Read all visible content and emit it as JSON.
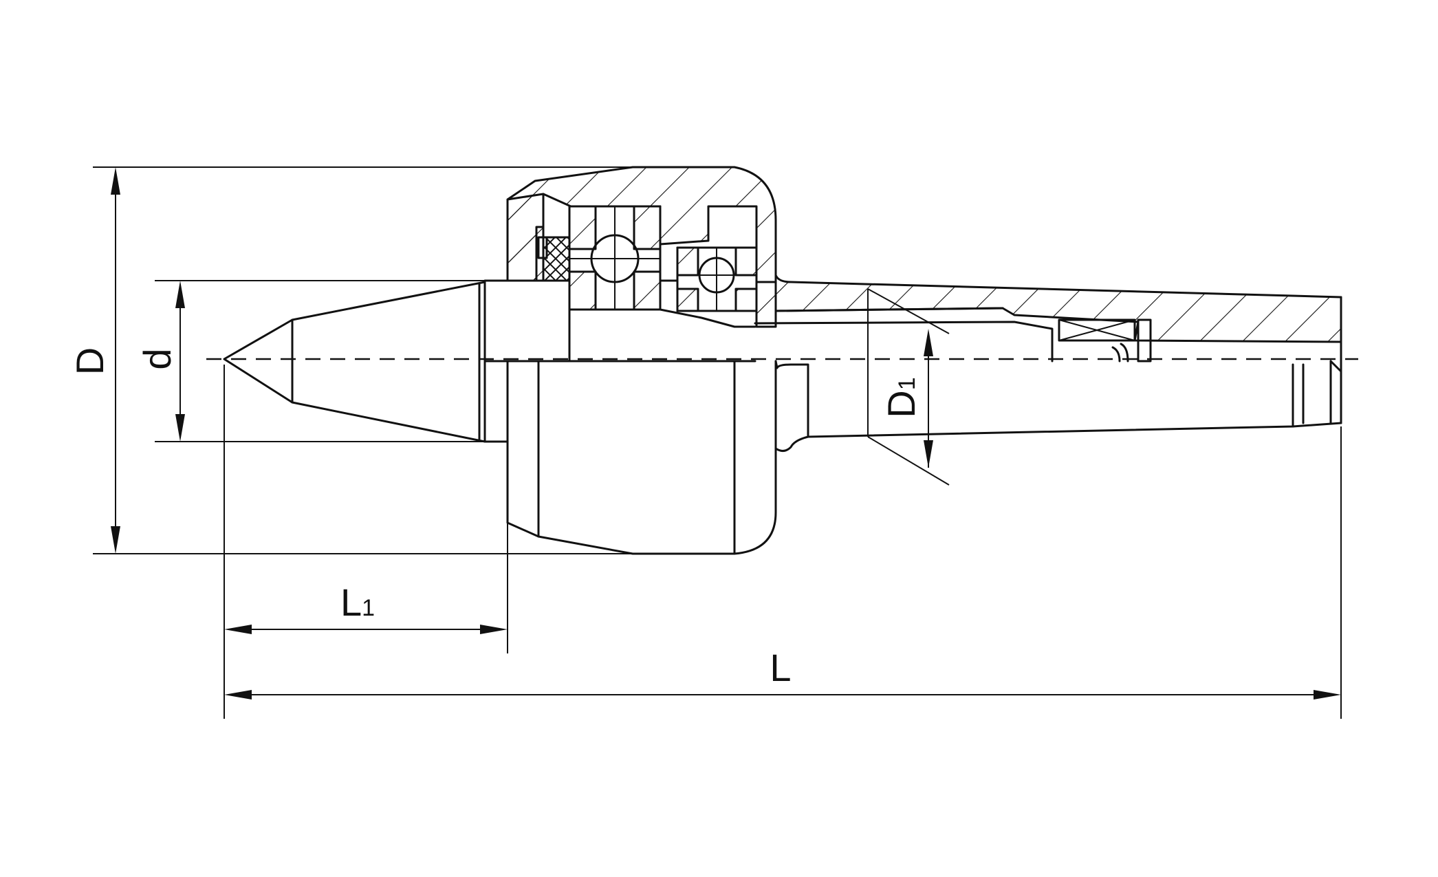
{
  "labels": {
    "outer_diameter": "D",
    "point_diameter": "d",
    "taper_diameter_main": "D",
    "taper_diameter_sub": "1",
    "point_length_main": "L",
    "point_length_sub": "1",
    "overall_length": "L"
  }
}
